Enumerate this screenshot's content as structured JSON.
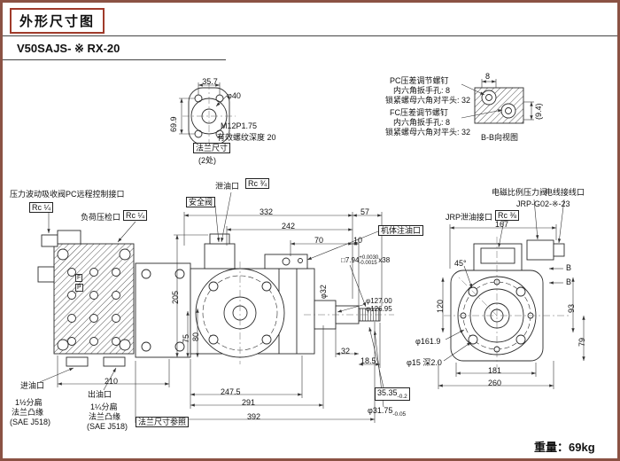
{
  "page": {
    "title": "外形尺寸图",
    "model": "V50SAJS- ※ RX-20",
    "weight_label": "重量：",
    "weight_value": "69kg"
  },
  "flange_detail": {
    "bolt_spacing_h": "35.7",
    "spigot_dia": "φ40",
    "bolt_spacing_v": "69.9",
    "thread": "M12P1.75",
    "thread_depth": "有效螺纹深度 20",
    "flange_size": "法兰尺寸",
    "places": "(2处)"
  },
  "bb_view": {
    "pc_screw": "PC压差调节螺钉",
    "pc_hex": "内六角扳手孔: 8",
    "pc_locknut": "锁紧螺母六角对平头: 32",
    "fc_screw": "FC压差调节螺钉",
    "fc_hex": "内六角扳手孔: 8",
    "fc_locknut": "锁紧螺母六角对平头: 32",
    "width": "8",
    "height": "(9.4)",
    "caption": "B-B向视图"
  },
  "ports": {
    "pc_remote": "压力波动吸收阀PC远程控制接口",
    "pc_remote_size": "Rc ¼",
    "load_sense": "负荷压检口",
    "load_sense_size": "Rc ¼",
    "safety_valve": "安全阀",
    "drain": "泄油口",
    "drain_size": "Rc ¾",
    "oil_fill": "机体注油口",
    "solenoid_valve": "电磁比例压力阀",
    "wiring_port": "电线接线口",
    "jrp_model": "JRP-G02-※-23",
    "jrp_drain": "JRP泄油接口",
    "jrp_drain_size": "Rc ⅜",
    "inlet": "进油口",
    "outlet": "出油口",
    "inlet_flange_l1": "1½分扁",
    "inlet_flange_l2": "法兰凸缘",
    "inlet_flange_l3": "(SAE J518)",
    "outlet_flange_l1": "1¼分扁",
    "outlet_flange_l2": "法兰凸缘",
    "outlet_flange_l3": "(SAE J518)",
    "flange_ref": "法兰尺寸参照",
    "port_f": "F",
    "port_p": "P"
  },
  "dims": {
    "d332": "332",
    "d57": "57",
    "d242": "242",
    "d70": "70",
    "d10": "10",
    "d205": "205",
    "d75": "75",
    "d80": "80",
    "d210": "210",
    "d247_5": "247.5",
    "d291": "291",
    "d392": "392",
    "d32": "32",
    "d18_5": "18.5",
    "shaft_dia": "φ32",
    "spline_prefix": "□7.94",
    "spline_sup": "+0.0030",
    "spline_sub": "-0.0015",
    "spline_suffix": "x38",
    "pilot_dia_1": "φ127.00",
    "pilot_dia_2": "φ126.95",
    "d35_35": "35.35",
    "d35_35_tol": "-0.2",
    "shaft_end_dia": "φ31.75",
    "shaft_end_tol": "-0.05",
    "d167": "167",
    "d45": "45°",
    "d120": "120",
    "d93": "93",
    "d79": "79",
    "d181": "181",
    "d260": "260",
    "mount_dia": "φ161.9",
    "pin_hole": "φ15 深2.0",
    "section": "B"
  }
}
